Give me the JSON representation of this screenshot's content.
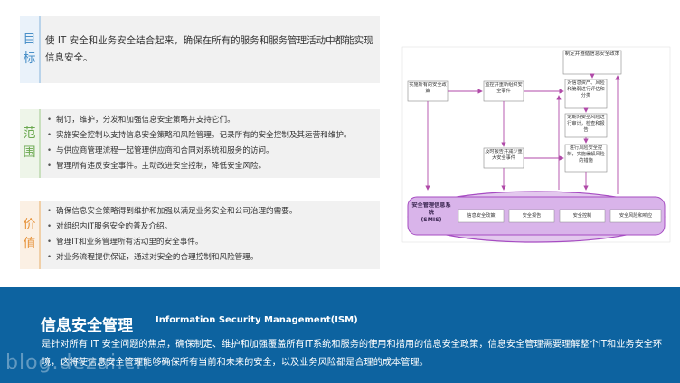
{
  "goal": {
    "tag": [
      "目",
      "标"
    ],
    "text": "使 IT 安全和业务安全结合起来，确保在所有的服务和服务管理活动中都能实现信息安全。",
    "color": "#4a90c8",
    "tag_bg": "#eaf2fa"
  },
  "scope": {
    "tag": [
      "范",
      "围"
    ],
    "color": "#6aa84f",
    "tag_bg": "#eef5e9",
    "items": [
      "制订，维护，分发和加强信息安全策略并支持它们。",
      "实施安全控制以支持信息安全策略和风险管理。记录所有的安全控制及其运营和维护。",
      "与供应商管理流程一起管理供应商和合同对系统和服务的访问。",
      "管理所有违反安全事件。主动改进安全控制，降低安全风险。"
    ]
  },
  "value": {
    "tag": [
      "价",
      "值"
    ],
    "color": "#e69138",
    "tag_bg": "#fbf0e4",
    "items": [
      "确保信息安全策略得到维护和加强以满足业务安全和公司治理的需要。",
      "对组织内IT服务安全的普及介绍。",
      "管理IT和业务管理所有活动里的安全事件。",
      "对业务流程提供保证，通过对安全的合理控制和风险管理。"
    ]
  },
  "diagram": {
    "boxes": {
      "policy": "制定并遵循信息安全政策",
      "implement": "实施所有的安全政策",
      "monitor": "监控并重新组织安全事件",
      "assess": "对信息资产、风险和脆弱进行评估和分类",
      "define": "定期对安全风险进行审计，检查和报告",
      "report": "及时报告并减少重大安全事件",
      "control": "进行风险安全控制，实施缓解风险的措施"
    },
    "isms_label": "安全管理信息系统",
    "isms_sub": "(SMIS)",
    "isms_items": [
      "信息安全政策",
      "安全报告",
      "安全控制",
      "安全风险和响应"
    ],
    "accent": "#a64cc2"
  },
  "banner": {
    "title": "信息安全管理",
    "subtitle": "Information Security Management(ISM)",
    "text": "是针对所有 IT 安全问题的焦点，确保制定、维护和加强覆盖所有IT系统和服务的使用和措用的信息安全政策，信息安全管理需要理解整个IT和业务安全环境，这将使信息安全管理能够确保所有当前和未来的安全，以及业务风险都是合理的成本管理。",
    "watermark": "blog.dezai.cn",
    "color": "#0d63a0"
  }
}
